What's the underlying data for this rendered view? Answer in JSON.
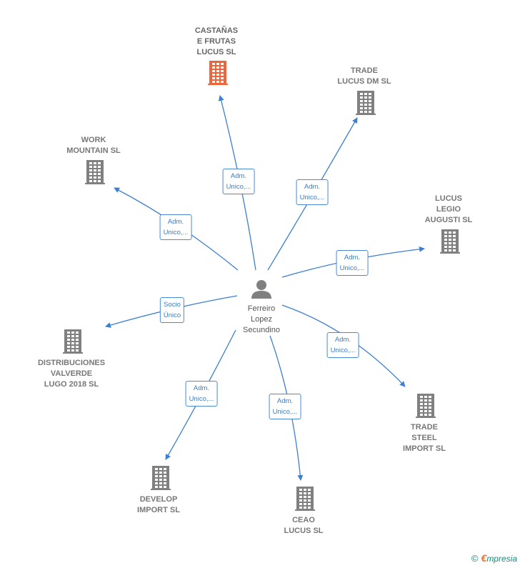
{
  "center": {
    "label": "Ferreiro\nLopez\nSecundino"
  },
  "nodes": [
    {
      "id": "castanas",
      "label": "CASTAÑAS\nE FRUTAS\nLUCUS  SL",
      "highlight": true
    },
    {
      "id": "trade-lucus",
      "label": "TRADE\nLUCUS DM  SL"
    },
    {
      "id": "work-mountain",
      "label": "WORK\nMOUNTAIN  SL"
    },
    {
      "id": "lucus-legio",
      "label": "LUCUS\nLEGIO\nAUGUSTI SL"
    },
    {
      "id": "distribuciones",
      "label": "DISTRIBUCIONES\nVALVERDE\nLUGO 2018  SL"
    },
    {
      "id": "trade-steel",
      "label": "TRADE\nSTEEL\nIMPORT  SL"
    },
    {
      "id": "develop",
      "label": "DEVELOP\nIMPORT  SL"
    },
    {
      "id": "ceao",
      "label": "CEAO\nLUCUS  SL"
    }
  ],
  "edges": [
    {
      "to": "castanas",
      "label": "Adm.\nUnico,..."
    },
    {
      "to": "trade-lucus",
      "label": "Adm.\nUnico,..."
    },
    {
      "to": "work-mountain",
      "label": "Adm.\nUnico,..."
    },
    {
      "to": "lucus-legio",
      "label": "Adm.\nUnico,..."
    },
    {
      "to": "distribuciones",
      "label": "Socio\nÚnico"
    },
    {
      "to": "trade-steel",
      "label": "Adm.\nUnico,..."
    },
    {
      "to": "develop",
      "label": "Adm.\nUnico,..."
    },
    {
      "to": "ceao",
      "label": "Adm.\nUnico,..."
    }
  ],
  "colors": {
    "edge": "#3d7fd0",
    "building": "#808080",
    "building_highlight": "#f0643c",
    "person": "#808080"
  },
  "footer": {
    "copyright": "©",
    "brand_e": "€",
    "brand_rest": "mpresia"
  }
}
